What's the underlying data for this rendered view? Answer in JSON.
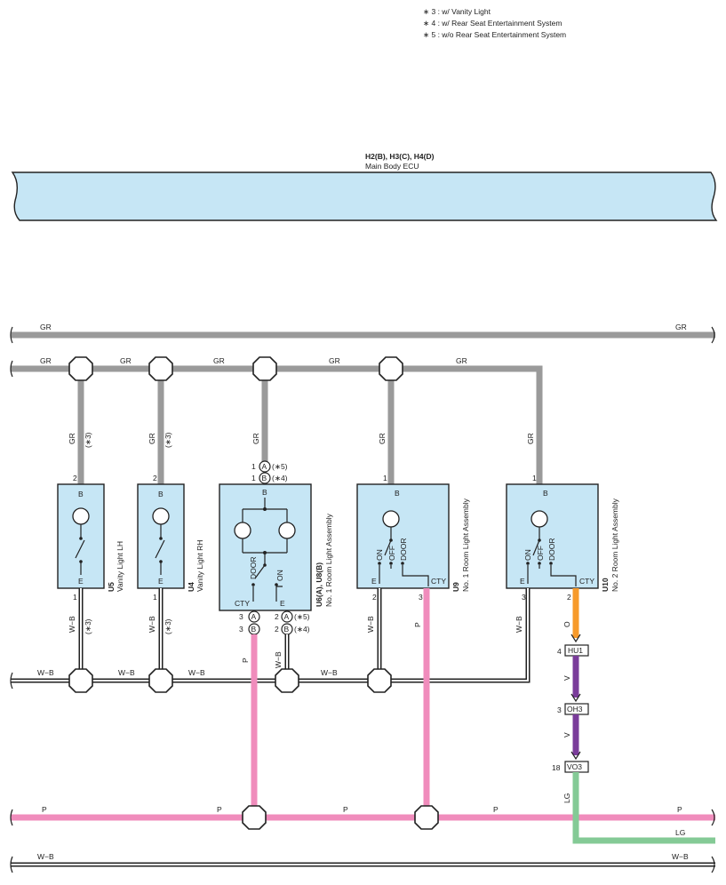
{
  "notes": [
    "∗ 3 : w/ Vanity Light",
    "∗ 4 : w/ Rear Seat Entertainment System",
    "∗ 5 : w/o Rear Seat Entertainment System"
  ],
  "ecu": {
    "code": "H2(B), H3(C), H4(D)",
    "name": "Main Body ECU"
  },
  "wires": {
    "gr": "GR",
    "wb": "W−B",
    "p": "P",
    "o": "O",
    "v": "V",
    "lg": "LG"
  },
  "tags": {
    "s3": "(∗3)",
    "s4": "(∗4)",
    "s5": "(∗5)"
  },
  "components": {
    "u5": {
      "code": "U5",
      "name": "Vanity Light LH"
    },
    "u4": {
      "code": "U4",
      "name": "Vanity Light RH"
    },
    "u6": {
      "code": "U6(A), U8(B)",
      "name": "No. 1 Room Light Assembly"
    },
    "u9": {
      "code": "U9",
      "name": "No. 1 Room Light Assembly"
    },
    "u10": {
      "code": "U10",
      "name": "No. 2 Room Light Assembly"
    }
  },
  "terminals": {
    "b": "B",
    "e": "E",
    "cty": "CTY",
    "on": "ON",
    "off": "OFF",
    "door": "DOOR"
  },
  "pins": {
    "p1": "1",
    "p2": "2",
    "p3": "3",
    "p4": "4",
    "p18": "18",
    "a": "A",
    "bb": "B"
  },
  "connectors": {
    "hu1": "HU1",
    "oh3": "OH3",
    "vo3": "VO3"
  }
}
